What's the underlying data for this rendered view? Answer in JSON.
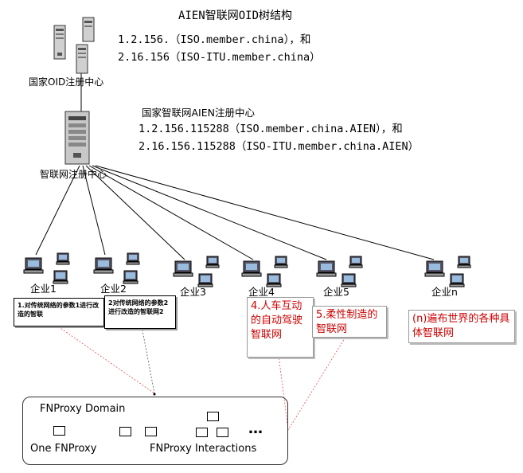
{
  "title": "AIEN智联网OID树结构",
  "national_center": {
    "label": "国家OID注册中心",
    "oid_line1": "1.2.156.（ISO.member.china），和",
    "oid_line2": "2.16.156（ISO-ITU.member.china）"
  },
  "aien_center": {
    "label": "智联网注册中心",
    "heading": "国家智联网AIEN注册中心",
    "oid_line1": "1.2.156.115288（ISO.member.china.AIEN），和",
    "oid_line2": "2.16.156.115288（ISO-ITU.member.china.AIEN）"
  },
  "enterprises": [
    {
      "label": "企业1"
    },
    {
      "label": "企业2"
    },
    {
      "label": "企业3"
    },
    {
      "label": "企业4"
    },
    {
      "label": "企业5"
    },
    {
      "label": "企业n"
    }
  ],
  "notes": {
    "ent1": "1.对传统网络的参数1进行改造的智联",
    "ent2": "2对传统网络的参数2进行改造的智联网2",
    "ent4": "4.人车互动的自动驾驶智联网",
    "ent5": "5.柔性制造的智联网",
    "entn": "(n)遍布世界的各种具体智联网"
  },
  "domain": {
    "title": "FNProxy Domain",
    "one_proxy": "One FNProxy",
    "interactions": "FNProxy Interactions",
    "ellipsis": "…"
  },
  "colors": {
    "note_text": "#cc0000",
    "dashed_line": "#e05050"
  }
}
